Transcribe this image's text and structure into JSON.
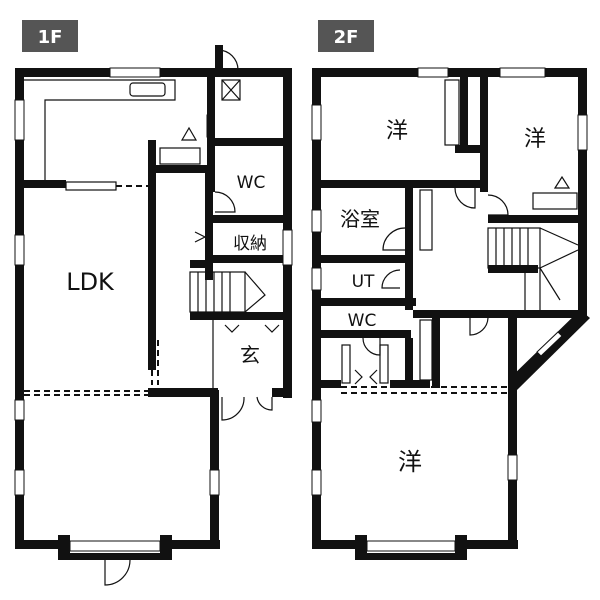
{
  "floors": [
    {
      "tag": "1F",
      "rooms": [
        {
          "id": "ldk",
          "label": "LDK"
        },
        {
          "id": "wc1",
          "label": "WC"
        },
        {
          "id": "storage",
          "label": "収納"
        },
        {
          "id": "entrance",
          "label": "玄"
        }
      ]
    },
    {
      "tag": "2F",
      "rooms": [
        {
          "id": "western-nw",
          "label": "洋"
        },
        {
          "id": "western-ne",
          "label": "洋"
        },
        {
          "id": "bathroom",
          "label": "浴室"
        },
        {
          "id": "utility",
          "label": "UT"
        },
        {
          "id": "wc2",
          "label": "WC"
        },
        {
          "id": "western-s",
          "label": "洋"
        }
      ]
    }
  ],
  "colors": {
    "wall": "#111111",
    "tag_bg": "#555555",
    "background": "#ffffff"
  }
}
